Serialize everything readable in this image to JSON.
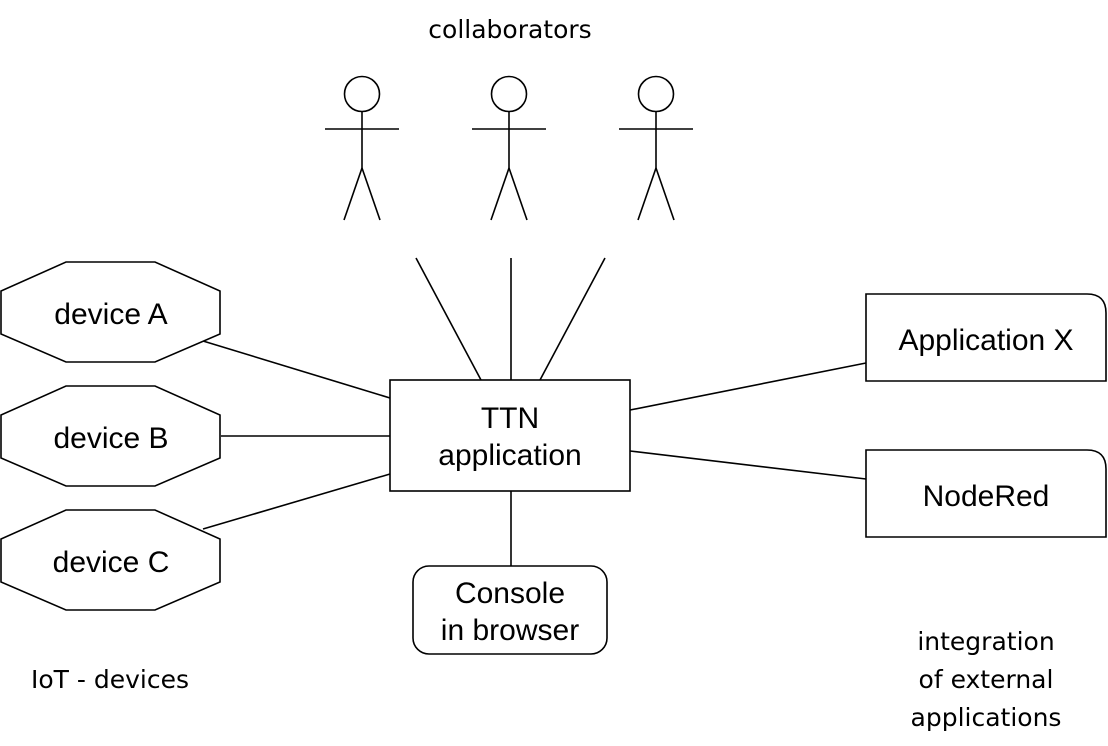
{
  "header": {
    "caption": "collaborators"
  },
  "center": {
    "line1": "TTN",
    "line2": "application"
  },
  "devices": [
    "device A",
    "device B",
    "device C"
  ],
  "devices_caption": "IoT - devices",
  "console": {
    "line1": "Console",
    "line2": "in browser"
  },
  "integrations": [
    "Application X",
    "NodeRed"
  ],
  "integrations_caption": {
    "line1": "integration",
    "line2": "of external",
    "line3": "applications"
  },
  "colors": {
    "stroke": "#000000",
    "background": "#ffffff"
  },
  "collaborators_count": 3
}
